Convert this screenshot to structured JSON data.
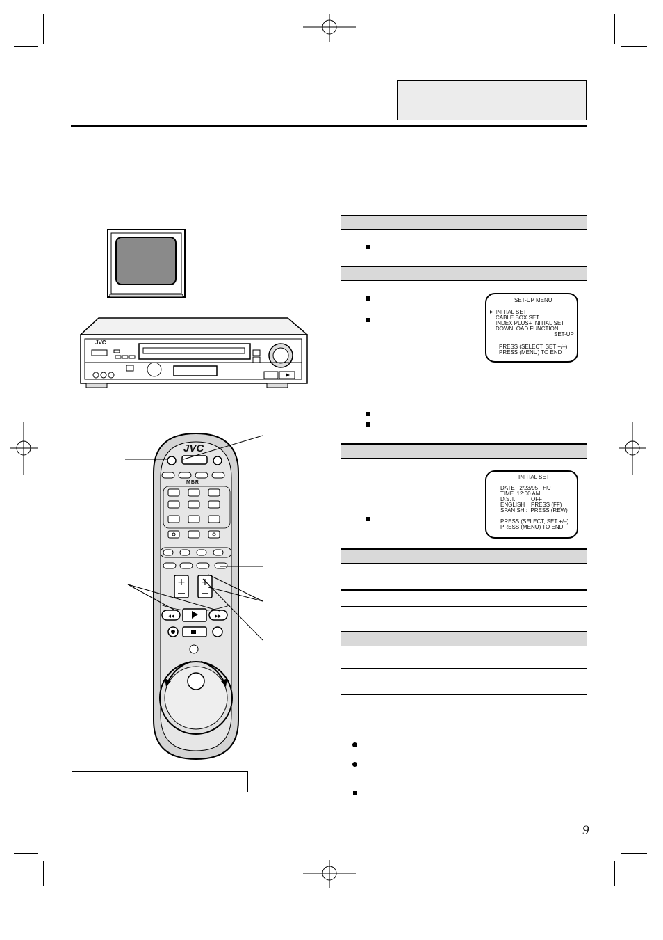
{
  "page": {
    "number": "9"
  },
  "setup_menu_screen": {
    "title": "SET-UP MENU",
    "cursor": "▶",
    "items": [
      "INITIAL SET",
      "CABLE BOX SET",
      "INDEX PLUS+ INITIAL SET",
      "DOWNLOAD FUNCTION"
    ],
    "item4_suffix": "SET-UP",
    "footer": [
      "PRESS (SELECT, SET +/–)",
      "PRESS (MENU) TO END"
    ]
  },
  "initial_set_screen": {
    "title": "INITIAL SET",
    "lines": [
      "DATE   2/23/95 THU",
      "TIME  12:00 AM",
      "D.S.T.          OFF",
      "ENGLISH :  PRESS (FF)",
      "SPANISH :  PRESS (REW)"
    ],
    "footer": [
      "PRESS (SELECT, SET +/–)",
      "PRESS (MENU) TO END"
    ]
  },
  "vcr": {
    "brand": "JVC"
  },
  "remote": {
    "brand": "JVC",
    "mbr_label": "MBR"
  }
}
